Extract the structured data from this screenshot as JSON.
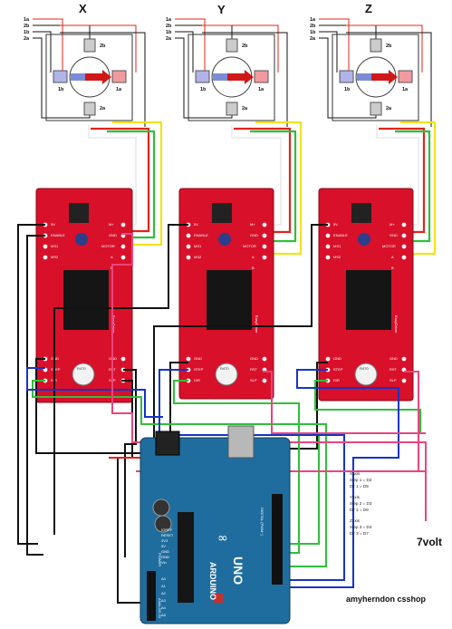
{
  "motors": [
    {
      "axis_label": "X",
      "coils": {
        "a1": "1a",
        "b2": "2b",
        "b1": "1b",
        "a2": "2a"
      },
      "center_labels": {
        "b2": "2b",
        "b1": "1b",
        "a1": "1a",
        "a2": "2a"
      }
    },
    {
      "axis_label": "Y",
      "coils": {
        "a1": "1a",
        "b2": "2b",
        "b1": "1b",
        "a2": "2a"
      },
      "center_labels": {
        "b2": "2b",
        "b1": "1b",
        "a1": "1a",
        "a2": "2a"
      }
    },
    {
      "axis_label": "Z",
      "coils": {
        "a1": "1a",
        "b2": "2b",
        "b1": "1b",
        "a2": "2a"
      },
      "center_labels": {
        "b2": "2b",
        "b1": "1b",
        "a1": "1a",
        "a2": "2a"
      }
    }
  ],
  "driver": {
    "left_pins": [
      "5V",
      "ENABLE",
      "MS1",
      "MS2",
      "GND",
      "STEP",
      "DIR"
    ],
    "right_pins": [
      "M+",
      "GND",
      "MOTOR",
      "A",
      "B",
      "GND",
      "RST",
      "SLP"
    ],
    "chip_label": "EasyDriver",
    "pot_label": "R470"
  },
  "arduino": {
    "brand": "ARDUINO",
    "model": "UNO",
    "digital_header": "DIGITAL (PWM~)",
    "analog_header": "ANALOG IN",
    "power_header": "POWER",
    "analog_pins": [
      "A0",
      "A1",
      "A2",
      "A3",
      "A4",
      "A5"
    ],
    "power_pins": [
      "IOREF",
      "RESET",
      "3V3",
      "5V",
      "GND",
      "GND",
      "Vin"
    ],
    "logo": "∞"
  },
  "notes": {
    "x_axis": [
      "Xaxis",
      "Step 1 = D2",
      "Dir 1 = D5"
    ],
    "y_axis": [
      "Yaxis",
      "Step 2 = D3",
      "Dir 2 = D6"
    ],
    "z_axis": [
      "Zaxis",
      "Step 3 = D4",
      "Dir 3 = D7"
    ]
  },
  "power_label": "7volt",
  "credit": "amyherndon csshop",
  "colors": {
    "driver_red": "#d8102a",
    "arduino_blue": "#1f6d9e",
    "wire_red": "#e2231a",
    "wire_green": "#2fbf3a",
    "wire_yellow": "#f2e21a",
    "wire_blue": "#1633c8",
    "wire_pink": "#e8457e",
    "wire_black": "#111111",
    "wire_white": "#eeeeee"
  }
}
